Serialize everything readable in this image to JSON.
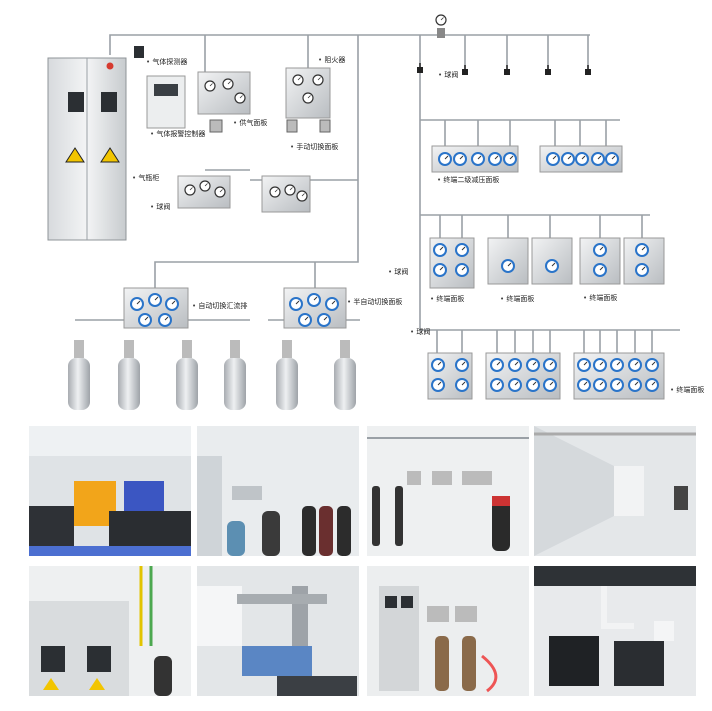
{
  "diagram": {
    "labels": {
      "gas_detector": "气体探测器",
      "alarm_controller": "气体报警控制器",
      "supply_panel": "供气面板",
      "flame_arrester": "阻火器",
      "manual_switch_panel": "手动切换面板",
      "cabinet": "气瓶柜",
      "ball_valve_1": "球阀",
      "ball_valve_2": "球阀",
      "ball_valve_3": "球阀",
      "ball_valve_4": "球阀",
      "secondary_reducer": "终端二级减压面板",
      "terminal_panel_1": "终端面板",
      "terminal_panel_2": "终端面板",
      "terminal_panel_3": "终端面板",
      "terminal_panel_4": "终端面板",
      "auto_manifold": "自动切换汇流排",
      "semi_auto_panel": "半自动切换面板"
    }
  },
  "photos": [
    {
      "scene": "lab-bench-gas-cabinets"
    },
    {
      "scene": "cylinder-manifold-room"
    },
    {
      "scene": "wall-gas-panels"
    },
    {
      "scene": "corridor-terminal-panels"
    },
    {
      "scene": "gas-cylinder-cabinet"
    },
    {
      "scene": "fume-extraction-lab"
    },
    {
      "scene": "cabinet-with-panels"
    },
    {
      "scene": "instrument-lab"
    }
  ],
  "colors": {
    "pipe": "#9aa0a6",
    "panel": "#cfd3d6",
    "cylinder": "#c9ccd0",
    "gauge_ring": "#2a74c9",
    "warning": "#f2c500"
  }
}
